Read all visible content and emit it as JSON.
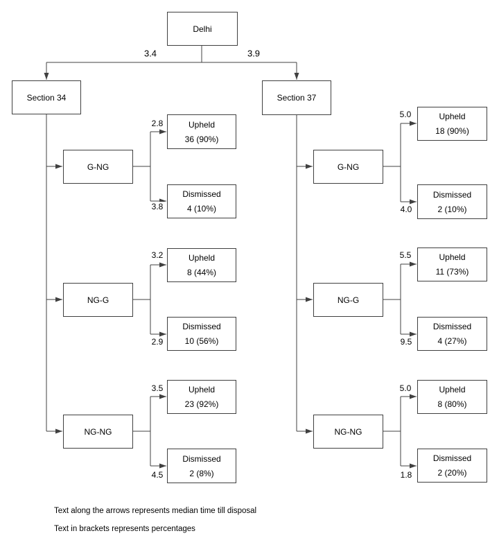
{
  "diagram": {
    "root": {
      "label": "Delhi"
    }
  },
  "labels": {
    "upheld": "Upheld",
    "dismissed": "Dismissed"
  },
  "branches": [
    {
      "label": "Section 34",
      "time": "3.4",
      "groups": [
        {
          "label": "G-NG",
          "upheld_time": "2.8",
          "upheld_value": "36 (90%)",
          "dismissed_time": "3.8",
          "dismissed_value": "4 (10%)"
        },
        {
          "label": "NG-G",
          "upheld_time": "3.2",
          "upheld_value": "8 (44%)",
          "dismissed_time": "2.9",
          "dismissed_value": "10 (56%)"
        },
        {
          "label": "NG-NG",
          "upheld_time": "3.5",
          "upheld_value": "23 (92%)",
          "dismissed_time": "4.5",
          "dismissed_value": "2 (8%)"
        }
      ]
    },
    {
      "label": "Section 37",
      "time": "3.9",
      "groups": [
        {
          "label": "G-NG",
          "upheld_time": "5.0",
          "upheld_value": "18 (90%)",
          "dismissed_time": "4.0",
          "dismissed_value": "2 (10%)"
        },
        {
          "label": "NG-G",
          "upheld_time": "5.5",
          "upheld_value": "11 (73%)",
          "dismissed_time": "9.5",
          "dismissed_value": "4 (27%)"
        },
        {
          "label": "NG-NG",
          "upheld_time": "5.0",
          "upheld_value": "8 (80%)",
          "dismissed_time": "1.8",
          "dismissed_value": "2 (20%)"
        }
      ]
    }
  ],
  "notes": [
    "Text along the arrows represents median time till disposal",
    "Text in brackets represents percentages"
  ],
  "colors": {
    "stroke": "#404040",
    "text": "#000000",
    "box_fill": "#ffffff"
  }
}
